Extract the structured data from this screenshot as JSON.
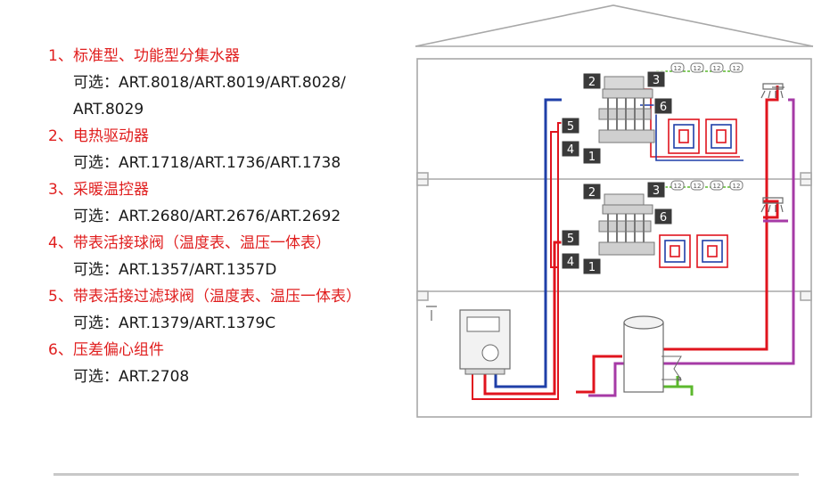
{
  "items": [
    {
      "num": "1、",
      "title": "标准型、功能型分集水器",
      "options": [
        "可选：ART.8018/ART.8019/ART.8028/",
        "ART.8029"
      ]
    },
    {
      "num": "2、",
      "title": "电热驱动器",
      "options": [
        "可选：ART.1718/ART.1736/ART.1738"
      ]
    },
    {
      "num": "3、",
      "title": "采暖温控器",
      "options": [
        "可选：ART.2680/ART.2676/ART.2692"
      ]
    },
    {
      "num": "4、",
      "title": "带表活接球阀（温度表、温压一体表）",
      "options": [
        "可选：ART.1357/ART.1357D"
      ]
    },
    {
      "num": "5、",
      "title": "带表活接过滤球阀（温度表、温压一体表）",
      "options": [
        "可选：ART.1379/ART.1379C"
      ]
    },
    {
      "num": "6、",
      "title": "压差偏心组件",
      "options": [
        "可选：ART.2708"
      ]
    }
  ],
  "diagram": {
    "badges": [
      "1",
      "2",
      "3",
      "4",
      "5",
      "6"
    ],
    "bubble_labels": [
      "12",
      "12",
      "12",
      "12"
    ],
    "tank_label": "8",
    "colors": {
      "red": "#e0141e",
      "blue": "#1f3fa8",
      "purple": "#a63aa6",
      "green": "#5cb82e",
      "house": "#a8a8a8",
      "badge": "#3a3a3a",
      "heading": "#e01e1e"
    }
  }
}
